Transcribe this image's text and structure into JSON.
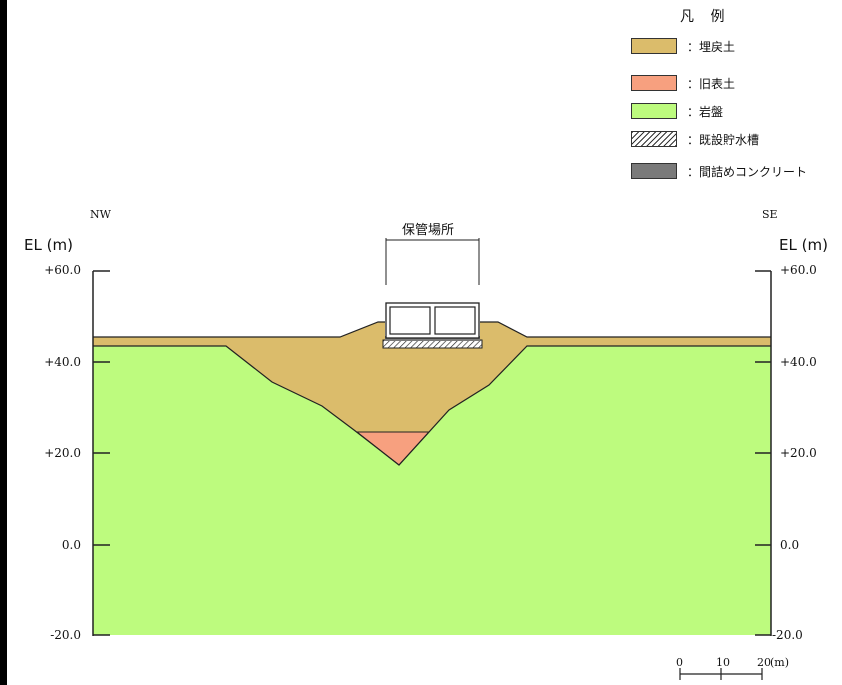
{
  "legend": {
    "title": "凡 例",
    "items": [
      {
        "label": "：埋戻土",
        "color": "#dbbc6b",
        "pattern": "solid"
      },
      {
        "label": "：旧表土",
        "color": "#f7a07f",
        "pattern": "solid"
      },
      {
        "label": "：岩盤",
        "color": "#bdfb7e",
        "pattern": "solid"
      },
      {
        "label": "：既設貯水槽",
        "color": "#ffffff",
        "pattern": "hatch"
      },
      {
        "label": "：間詰めコンクリート",
        "color": "#7a7a7a",
        "pattern": "solid"
      }
    ]
  },
  "direction": {
    "left": "NW",
    "right": "SE"
  },
  "axis": {
    "label_left": "EL (m)",
    "label_right": "EL (m)",
    "ticks_left": [
      "+60.0",
      "+40.0",
      "+20.0",
      "0.0",
      "-20.0"
    ],
    "ticks_right": [
      "+60.0",
      "+40.0",
      "+20.0",
      "0.0",
      "-20.0"
    ],
    "tick_values": [
      60,
      40,
      20,
      0,
      -20
    ]
  },
  "storage_area": {
    "label": "保管場所"
  },
  "scale_bar": {
    "labels": [
      "0",
      "10",
      "20"
    ],
    "unit": "(m)"
  },
  "colors": {
    "backfill": "#dbbc6b",
    "old_topsoil": "#f7a07f",
    "bedrock": "#bdfb7e",
    "concrete": "#7a7a7a",
    "outline": "#222222"
  }
}
